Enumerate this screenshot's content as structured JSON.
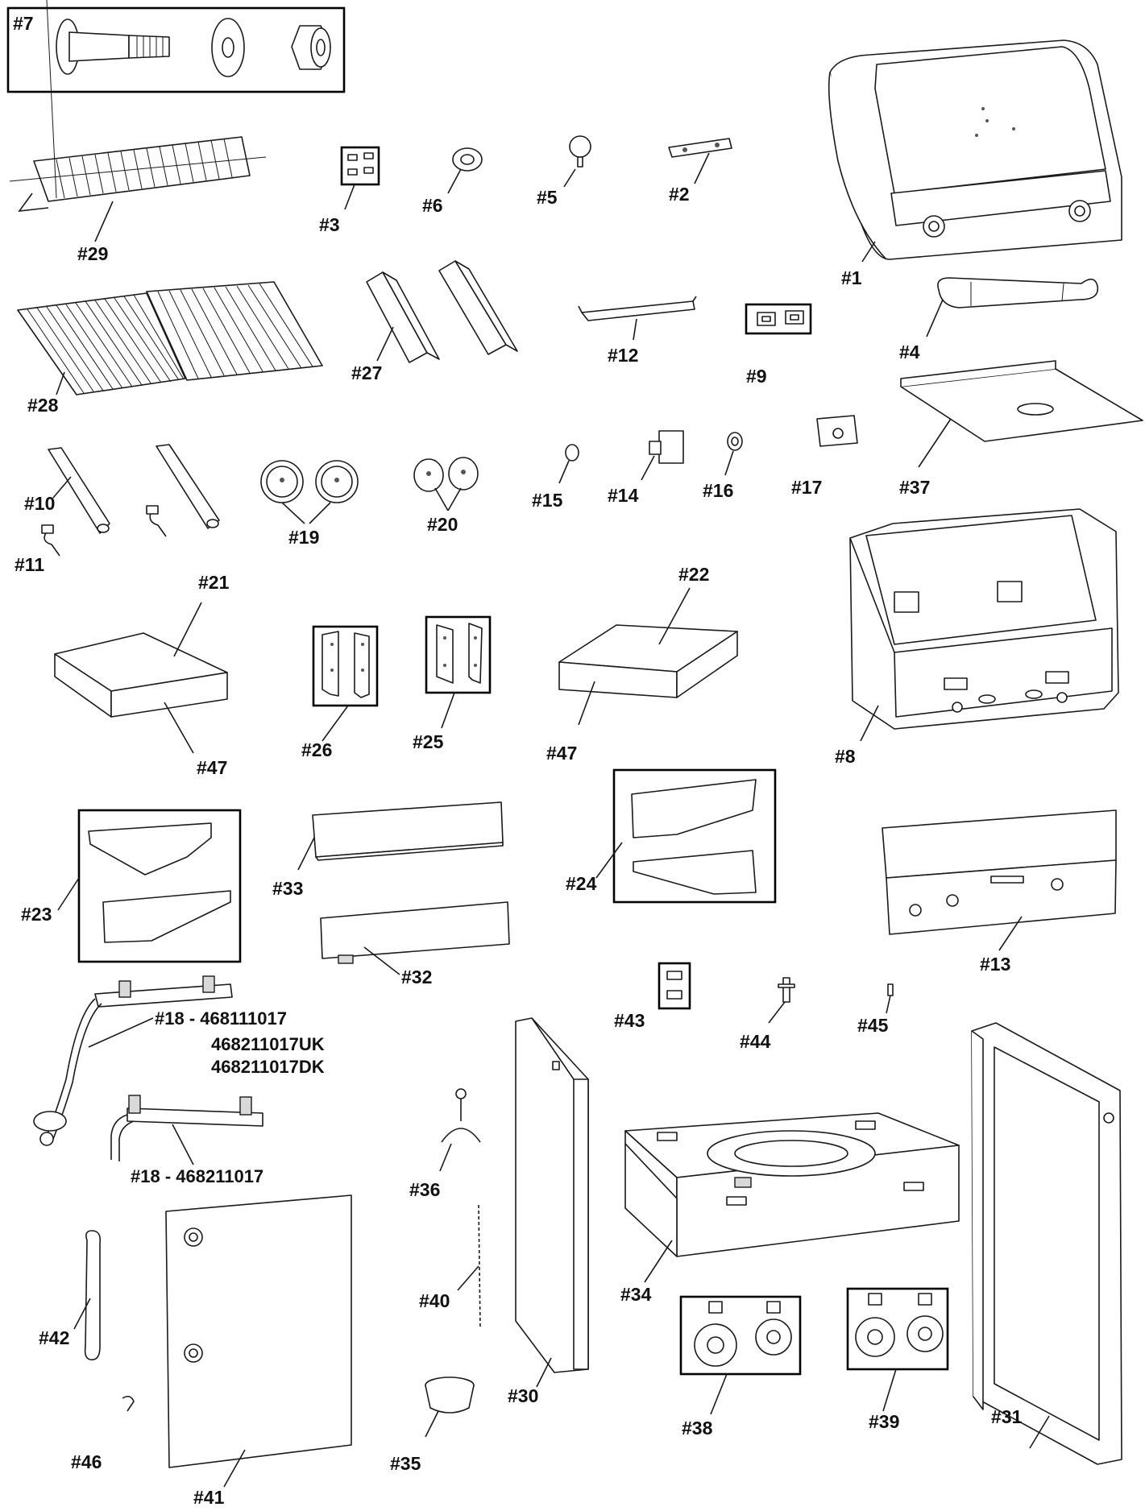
{
  "labels": {
    "p1": "#1",
    "p2": "#2",
    "p3": "#3",
    "p4": "#4",
    "p5": "#5",
    "p6": "#6",
    "p7": "#7",
    "p8": "#8",
    "p9": "#9",
    "p10": "#10",
    "p11": "#11",
    "p12": "#12",
    "p13": "#13",
    "p14": "#14",
    "p15": "#15",
    "p16": "#16",
    "p17": "#17",
    "p18a": "#18 -  468111017",
    "p18a_alt1": "468211017UK",
    "p18a_alt2": "468211017DK",
    "p18b": "#18 - 468211017",
    "p19": "#19",
    "p20": "#20",
    "p21": "#21",
    "p22": "#22",
    "p23": "#23",
    "p24": "#24",
    "p25": "#25",
    "p26": "#26",
    "p27": "#27",
    "p28": "#28",
    "p29": "#29",
    "p30": "#30",
    "p31": "#31",
    "p32": "#32",
    "p33": "#33",
    "p34": "#34",
    "p35": "#35",
    "p36": "#36",
    "p37": "#37",
    "p38": "#38",
    "p39": "#39",
    "p40": "#40",
    "p41": "#41",
    "p42": "#42",
    "p43": "#43",
    "p44": "#44",
    "p45": "#45",
    "p46": "#46",
    "p47a": "#47",
    "p47b": "#47"
  },
  "colors": {
    "ink": "#1a1a1a",
    "background": "#ffffff"
  }
}
